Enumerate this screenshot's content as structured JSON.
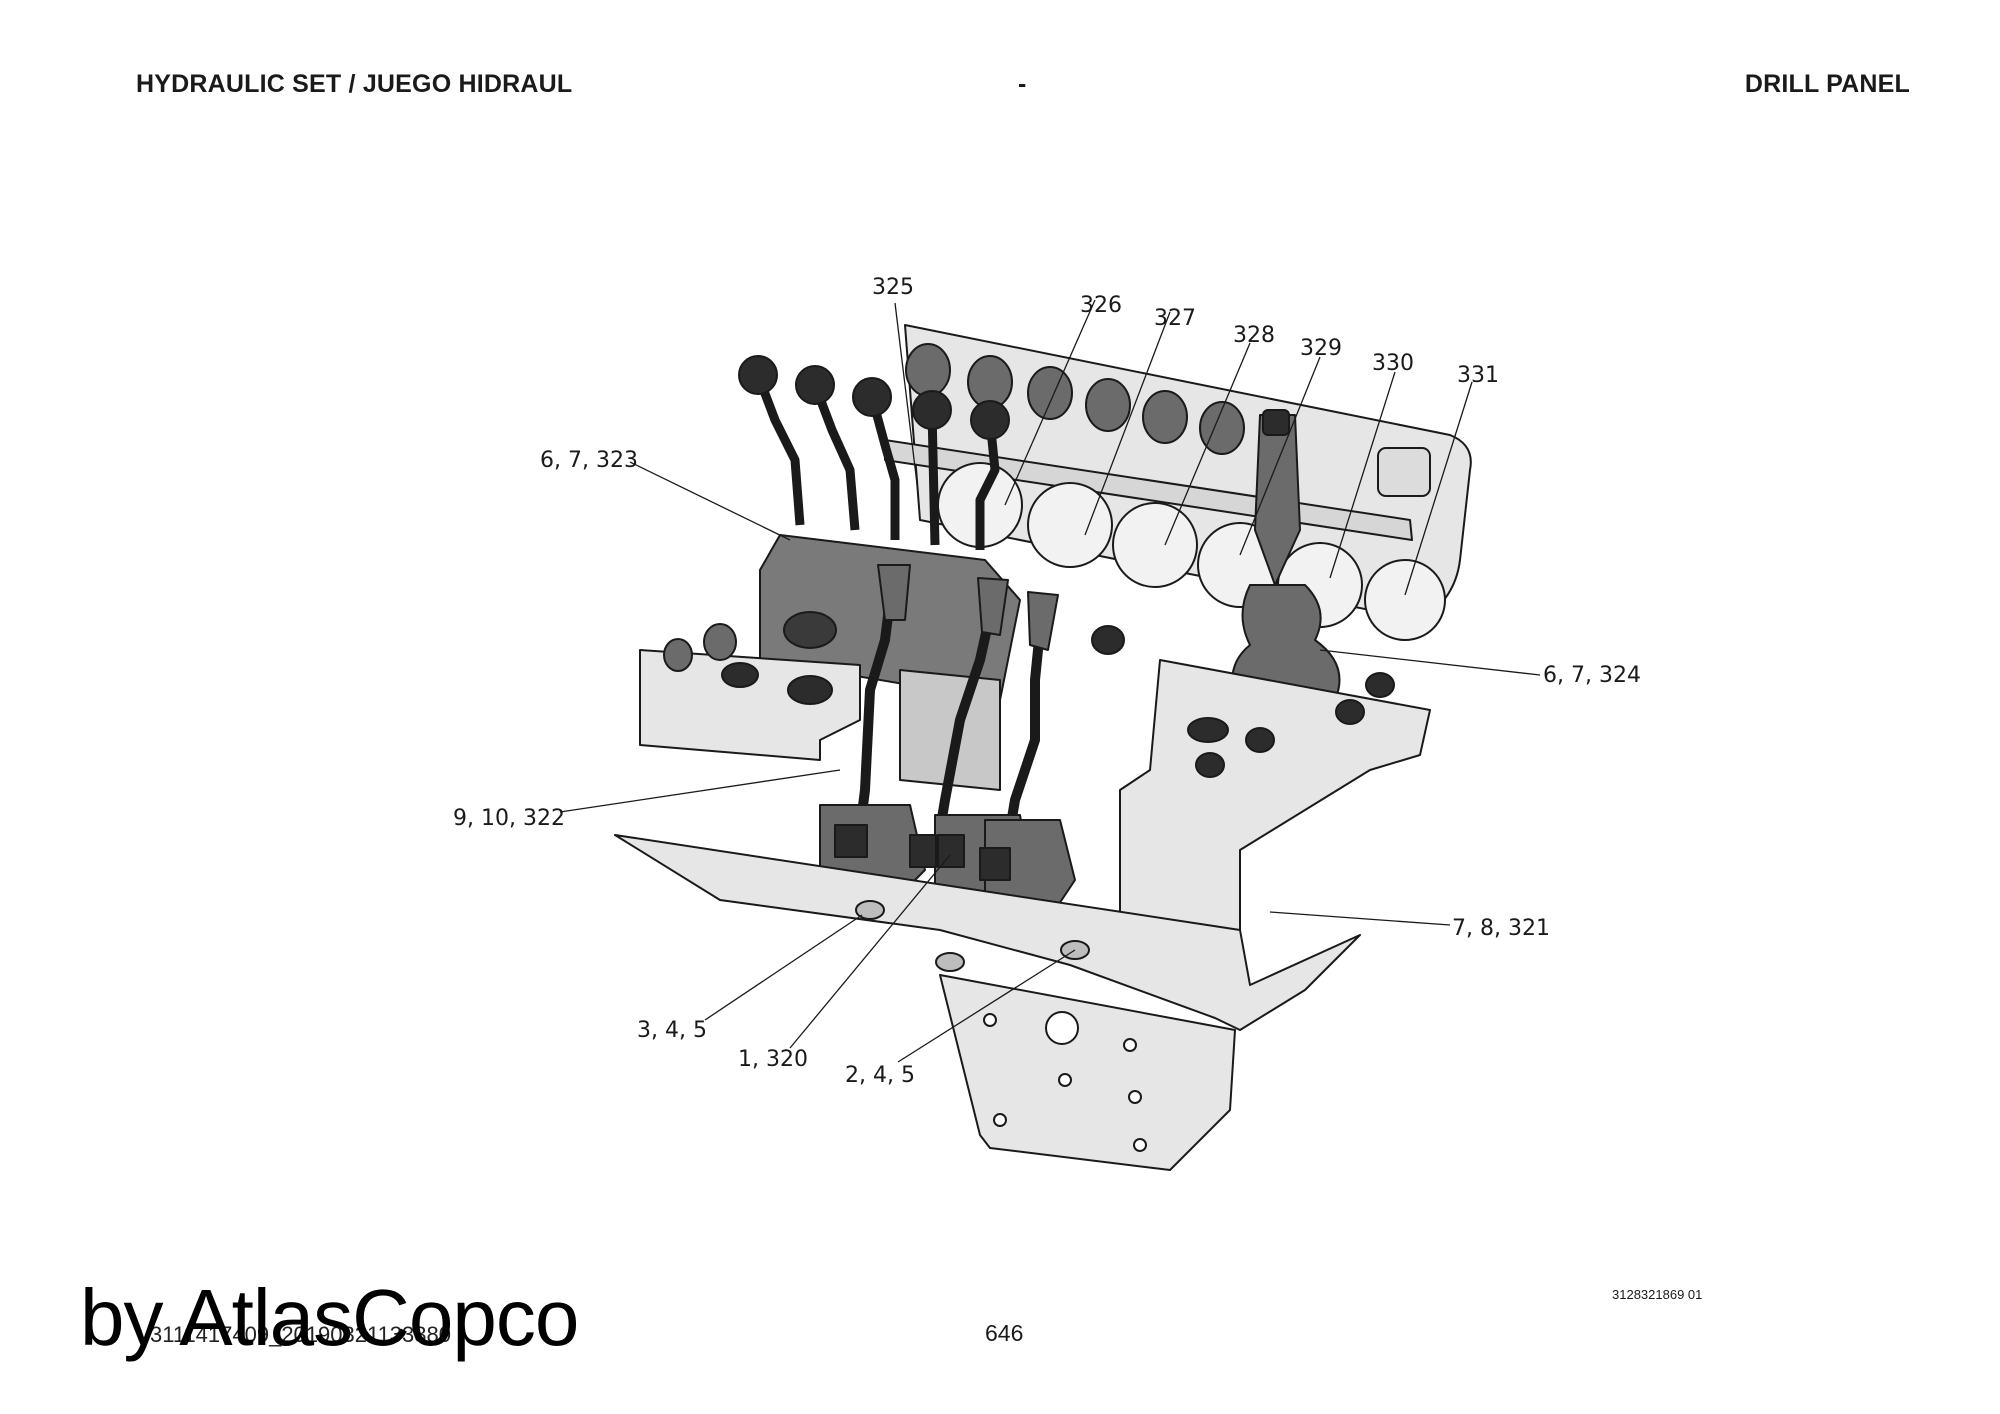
{
  "header": {
    "left": "HYDRAULIC SET / JUEGO HIDRAUL",
    "middle": "-",
    "right": "DRILL PANEL"
  },
  "callouts": [
    "325",
    "326",
    "327",
    "328",
    "329",
    "330",
    "331",
    "6, 7, 323",
    "6, 7, 324",
    "9, 10, 322",
    "7, 8, 321",
    "3, 4, 5",
    "1, 320",
    "2, 4, 5"
  ],
  "footer": {
    "doc_code": "3111417409_20190321133380",
    "page": "646",
    "drawing_no": "3128321869 01"
  },
  "watermark": "by AtlasCopco",
  "colors": {
    "panel": "#e6e6e6",
    "dark": "#6b6b6b",
    "knob": "#2c2c2c",
    "line": "#1a1a1a"
  }
}
